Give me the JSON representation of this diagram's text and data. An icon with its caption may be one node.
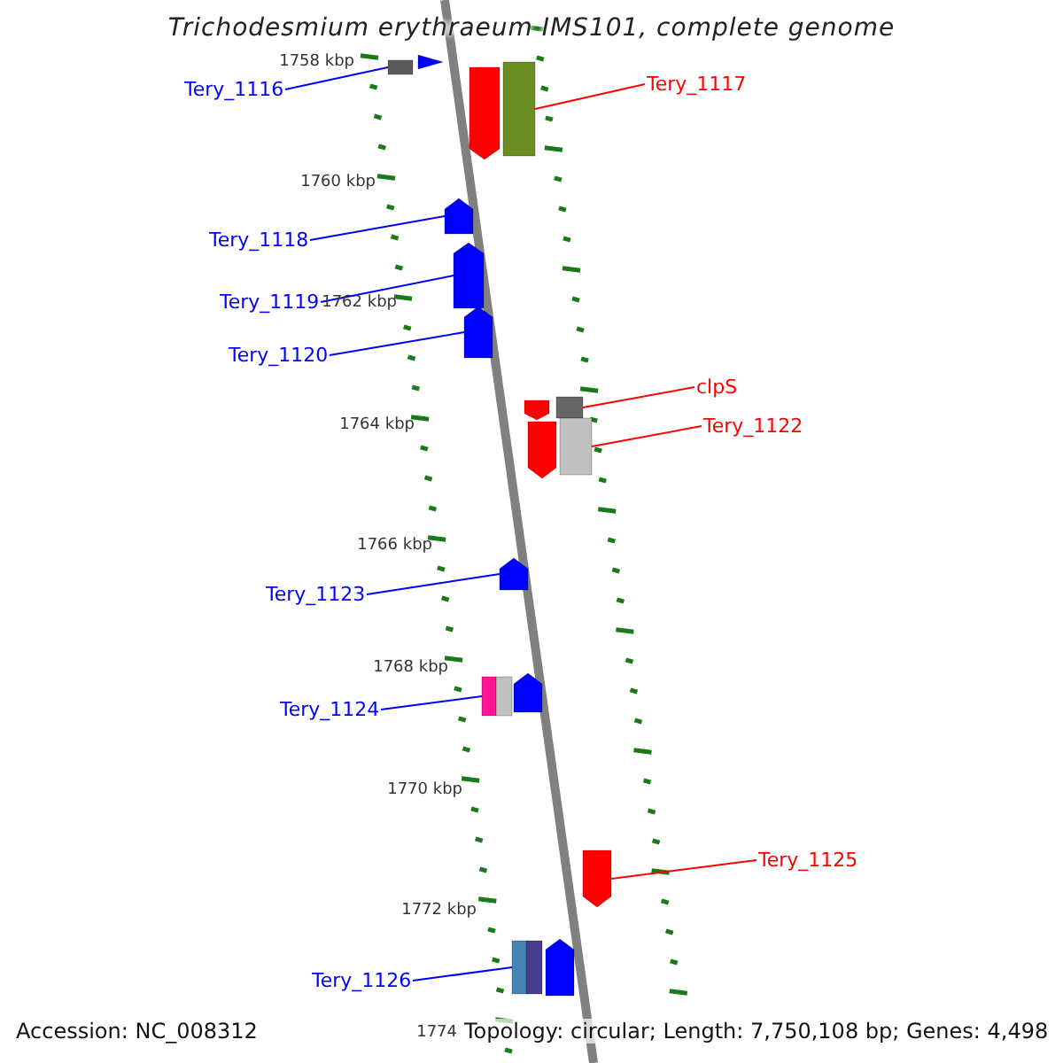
{
  "diagram": {
    "title": "Trichodesmium erythraeum IMS101, complete genome",
    "nodes": [
      {
        "text": [
          "Tery_1116"
        ]
      },
      {
        "text": [
          "Tery_1117"
        ]
      },
      {
        "text": [
          "Tery_1118"
        ]
      },
      {
        "text": [
          "Tery_1119"
        ]
      },
      {
        "text": [
          "Tery_1120"
        ]
      },
      {
        "text": [
          "clpS"
        ]
      },
      {
        "text": [
          "Tery_1122"
        ]
      },
      {
        "text": [
          "Tery_1123"
        ]
      },
      {
        "text": [
          "Tery_1124"
        ]
      },
      {
        "text": [
          "Tery_1125"
        ]
      },
      {
        "text": [
          "Tery_1126"
        ]
      },
      {
        "text": [],
        "shape": "box"
      },
      {
        "text": [],
        "shape": "arrow"
      },
      {
        "text": [],
        "shape": "arrow"
      },
      {
        "text": [],
        "shape": "box"
      },
      {
        "text": [],
        "shape": "arrow"
      },
      {
        "text": [],
        "shape": "arrow"
      },
      {
        "text": [],
        "shape": "arrow"
      },
      {
        "text": [],
        "shape": "arrow"
      },
      {
        "text": [],
        "shape": "box"
      },
      {
        "text": [],
        "shape": "arrow"
      },
      {
        "text": [],
        "shape": "box"
      },
      {
        "text": [],
        "shape": "arrow"
      },
      {
        "text": [],
        "shape": "box"
      },
      {
        "text": [],
        "shape": "box"
      },
      {
        "text": [],
        "shape": "arrow"
      },
      {
        "text": [],
        "shape": "arrow"
      },
      {
        "text": [],
        "shape": "box"
      },
      {
        "text": [],
        "shape": "box"
      },
      {
        "text": [],
        "shape": "arrow"
      }
    ],
    "edges": [
      {
        "from": 0,
        "to": 11,
        "arrow": "none"
      },
      {
        "from": 1,
        "to": 14,
        "arrow": "none",
        "color": "#ff0000"
      },
      {
        "from": 2,
        "to": 15,
        "arrow": "none"
      },
      {
        "from": 3,
        "to": 16,
        "arrow": "none"
      },
      {
        "from": 4,
        "to": 17,
        "arrow": "none"
      },
      {
        "from": 5,
        "to": 19,
        "arrow": "none",
        "color": "#ff0000"
      },
      {
        "from": 6,
        "to": 21,
        "arrow": "none",
        "color": "#ff0000"
      },
      {
        "from": 7,
        "to": 22,
        "arrow": "none"
      },
      {
        "from": 8,
        "to": 23,
        "arrow": "none"
      },
      {
        "from": 9,
        "to": 26,
        "arrow": "none",
        "color": "#ff0000"
      },
      {
        "from": 10,
        "to": 27,
        "arrow": "none"
      }
    ],
    "labels": [
      "1758 kbp",
      "1760 kbp",
      "1762 kbp",
      "1764 kbp",
      "1766 kbp",
      "1768 kbp",
      "1770 kbp",
      "1772 kbp",
      "Accession: NC_008312",
      "1774",
      "Topology: circular; Length: 7,750,108 bp; Genes: 4,498"
    ]
  }
}
